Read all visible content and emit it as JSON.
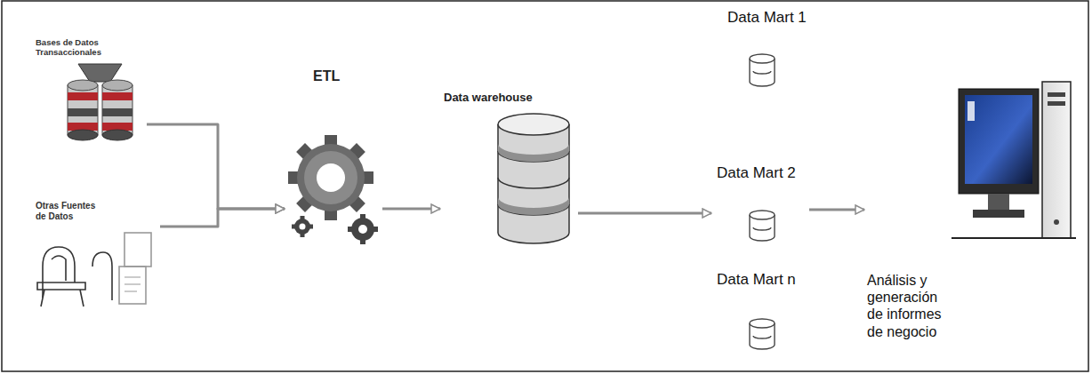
{
  "diagram": {
    "nodes": [
      {
        "text": [
          "Bases de Datos Transaccionales"
        ]
      },
      {
        "text": [
          "Otras Fuentes de Datos"
        ]
      },
      {
        "text": [
          "ETL"
        ]
      },
      {
        "text": [
          "Data warehouse"
        ]
      },
      {
        "text": [
          "Data Mart 1"
        ]
      },
      {
        "text": [
          "Data Mart 2"
        ]
      },
      {
        "text": [
          "Data Mart n"
        ]
      },
      {
        "text": [
          "Análisis y generación de informes de negocio"
        ]
      }
    ],
    "edges": [
      {
        "from": 0,
        "to": 2,
        "arrow": "to"
      },
      {
        "from": 1,
        "to": 2,
        "arrow": "to"
      },
      {
        "from": 2,
        "to": 3,
        "arrow": "to"
      },
      {
        "from": 3,
        "to": 5,
        "arrow": "to"
      },
      {
        "from": 5,
        "to": 7,
        "arrow": "to"
      }
    ]
  }
}
